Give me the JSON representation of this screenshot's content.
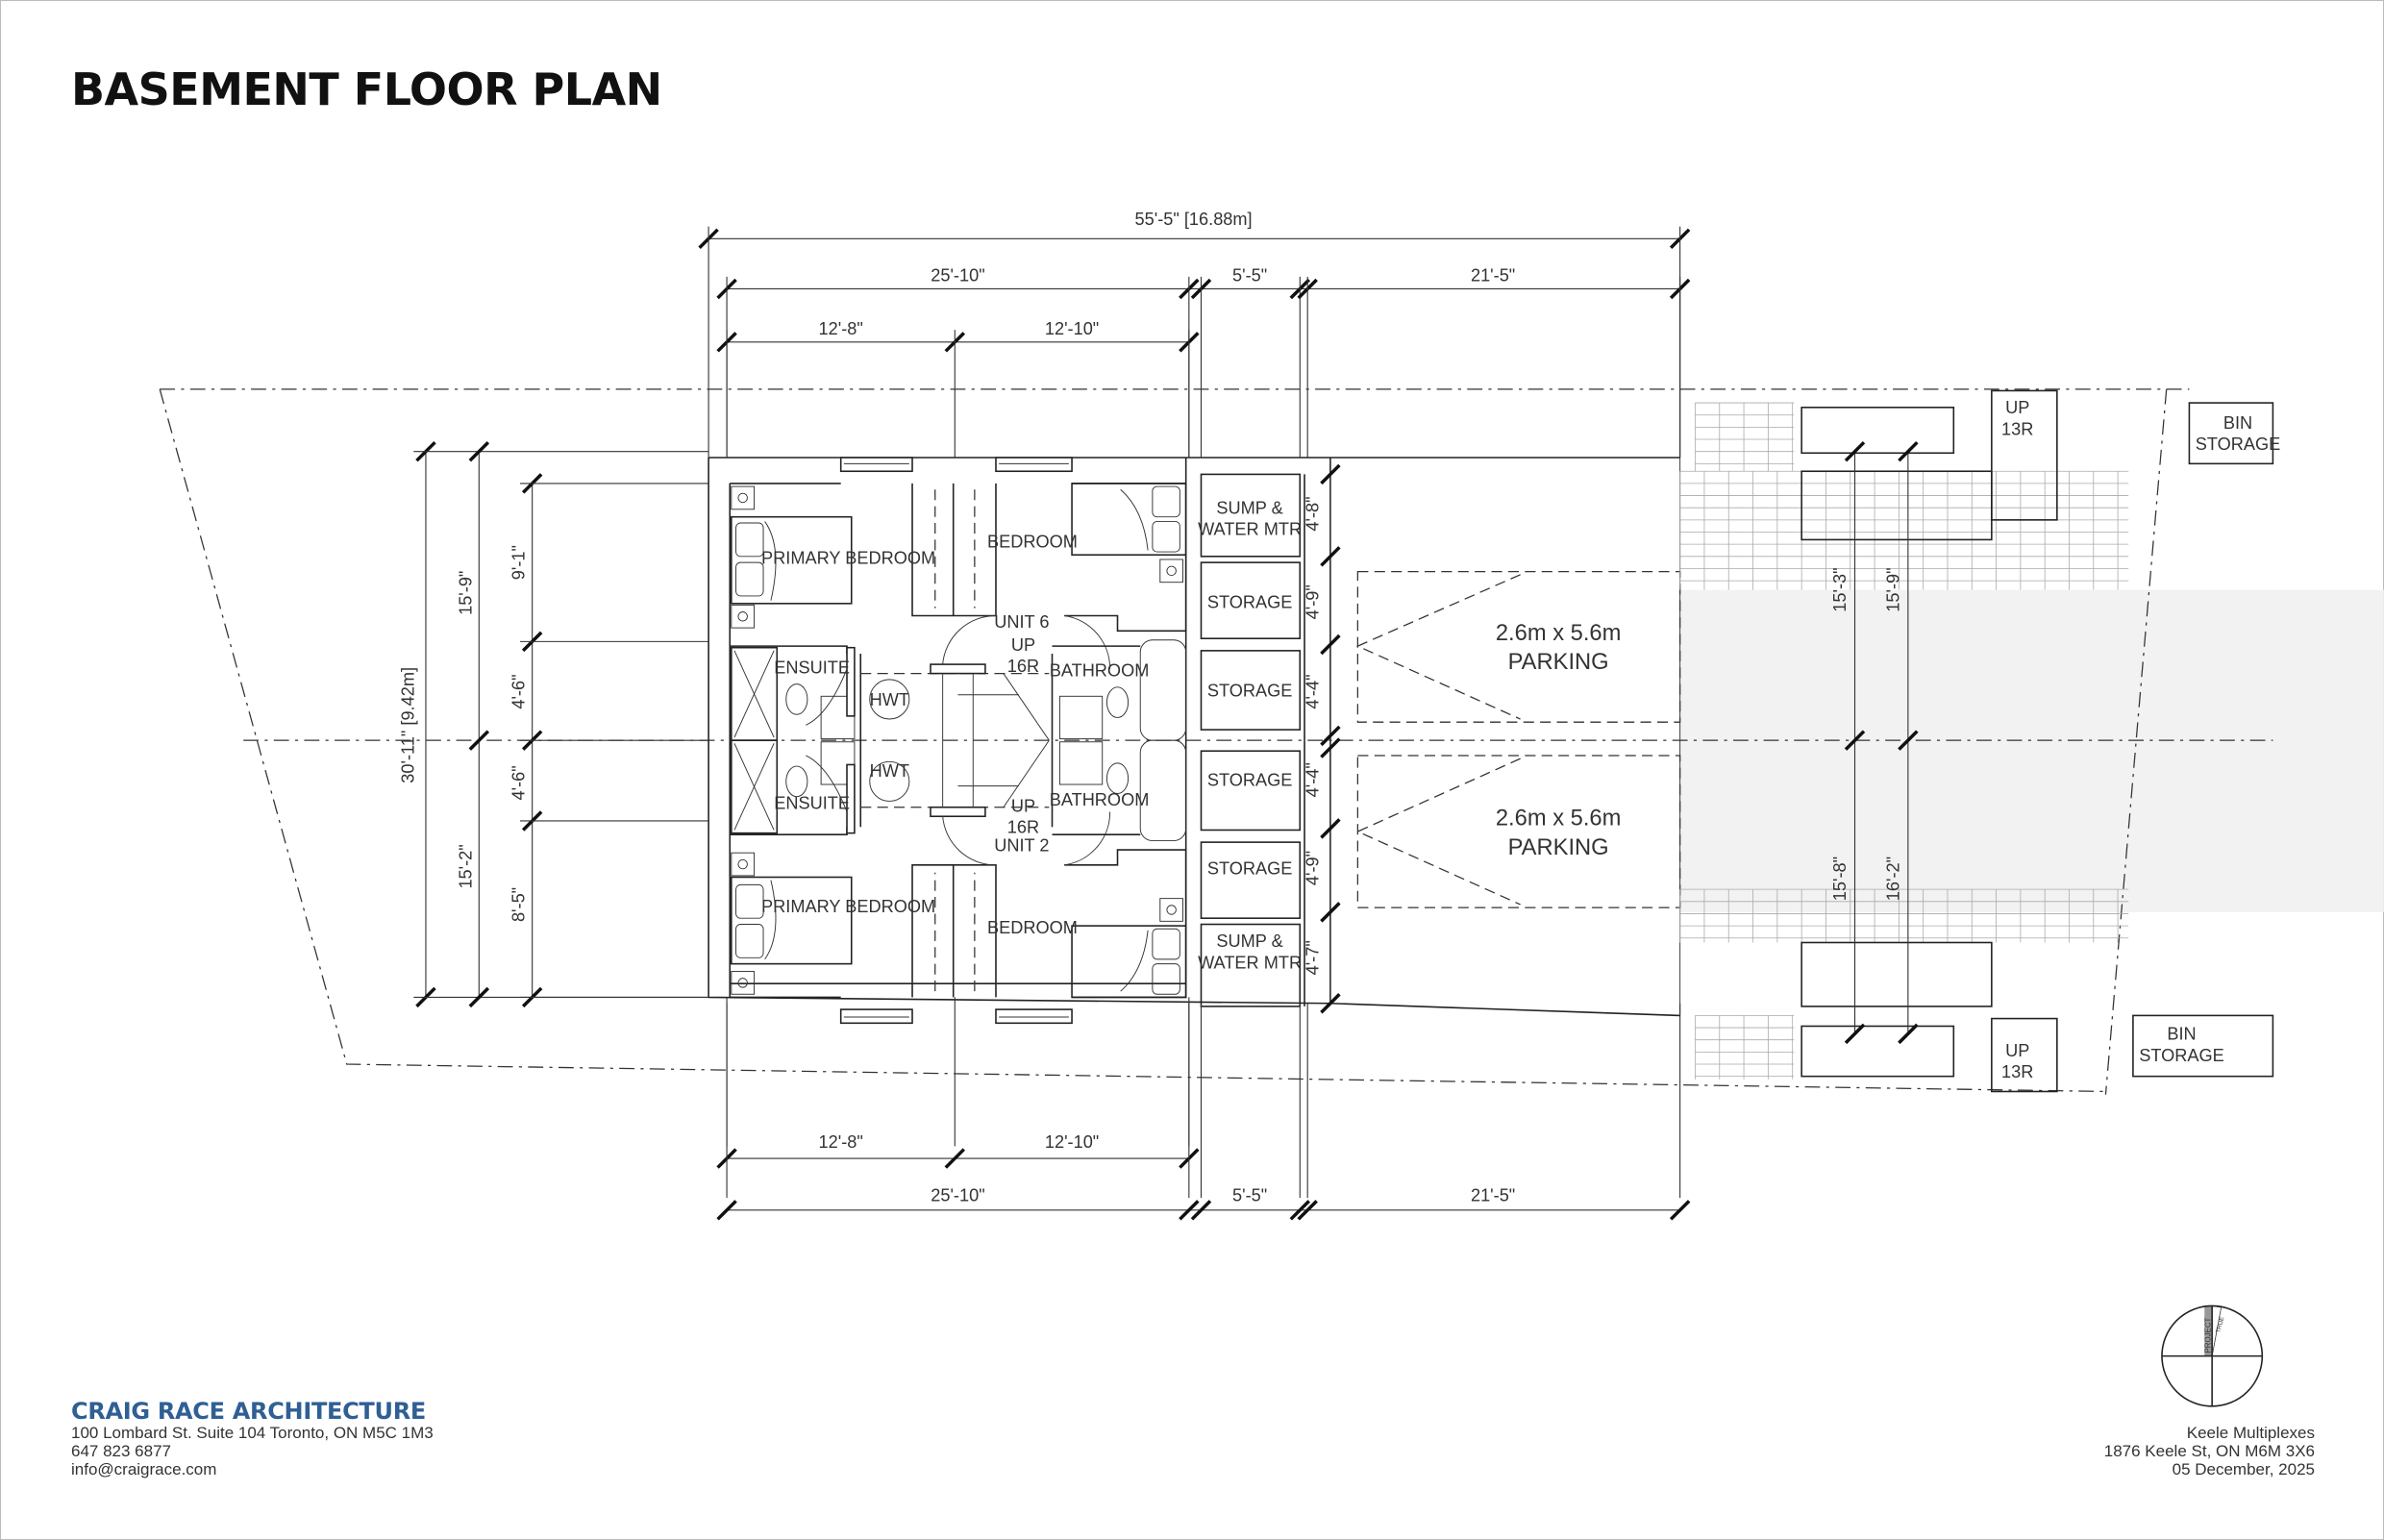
{
  "title": "BASEMENT FLOOR PLAN",
  "firm": {
    "name": "CRAIG RACE ARCHITECTURE",
    "address": "100 Lombard St. Suite 104 Toronto, ON M5C 1M3",
    "phone": "647 823 6877",
    "email": "info@craigrace.com",
    "brand_color": "#2f5f94"
  },
  "project": {
    "name": "Keele Multiplexes",
    "address": "1876 Keele St, ON M6M 3X6",
    "date": "05 December, 2025"
  },
  "north_arrow": {
    "project_label": "PROJECT",
    "true_label": "TRUE"
  },
  "dimensions": {
    "top": {
      "overall": "55'-5\" [16.88m]",
      "units": "25'-10\"",
      "storage": "5'-5\"",
      "parking": "21'-5\"",
      "unit_left": "12'-8\"",
      "unit_right": "12'-10\""
    },
    "bottom": {
      "unit_left": "12'-8\"",
      "unit_right": "12'-10\"",
      "units": "25'-10\"",
      "storage": "5'-5\"",
      "parking": "21'-5\""
    },
    "left": {
      "overall": "30'-11\" [9.42m]",
      "upper": "15'-9\"",
      "lower": "15'-2\"",
      "d1": "9'-1\"",
      "d2": "4'-6\"",
      "d3": "4'-6\"",
      "d4": "8'-5\""
    },
    "storage": [
      "4'-8\"",
      "4'-9\"",
      "4'-4\"",
      "4'-4\"",
      "4'-9\"",
      "4'-7\""
    ],
    "right": {
      "upper_a": "15'-3\"",
      "upper_b": "15'-9\"",
      "lower_a": "15'-8\"",
      "lower_b": "16'-2\""
    }
  },
  "unit_upper": {
    "unit": "UNIT 6",
    "stair_up": "UP",
    "stair_risers": "16R",
    "primary_bedroom": "PRIMARY BEDROOM",
    "bedroom": "BEDROOM",
    "ensuite": "ENSUITE",
    "bathroom": "BATHROOM",
    "hwt": "HWT"
  },
  "unit_lower": {
    "unit": "UNIT 2",
    "stair_up": "UP",
    "stair_risers": "16R",
    "primary_bedroom": "PRIMARY BEDROOM",
    "bedroom": "BEDROOM",
    "ensuite": "ENSUITE",
    "bathroom": "BATHROOM",
    "hwt": "HWT"
  },
  "storage_rooms": [
    [
      "SUMP &",
      "WATER MTR"
    ],
    [
      "STORAGE"
    ],
    [
      "STORAGE"
    ],
    [
      "STORAGE"
    ],
    [
      "STORAGE"
    ],
    [
      "SUMP &",
      "WATER MTR"
    ]
  ],
  "parking": [
    {
      "size": "2.6m x 5.6m",
      "label": "PARKING"
    },
    {
      "size": "2.6m x 5.6m",
      "label": "PARKING"
    }
  ],
  "exterior": {
    "stair_top": {
      "up": "UP",
      "risers": "13R"
    },
    "bin_top": [
      "BIN",
      "STORAGE"
    ],
    "stair_bottom": {
      "up": "UP",
      "risers": "13R"
    },
    "bin_bottom": [
      "BIN",
      "STORAGE"
    ]
  }
}
